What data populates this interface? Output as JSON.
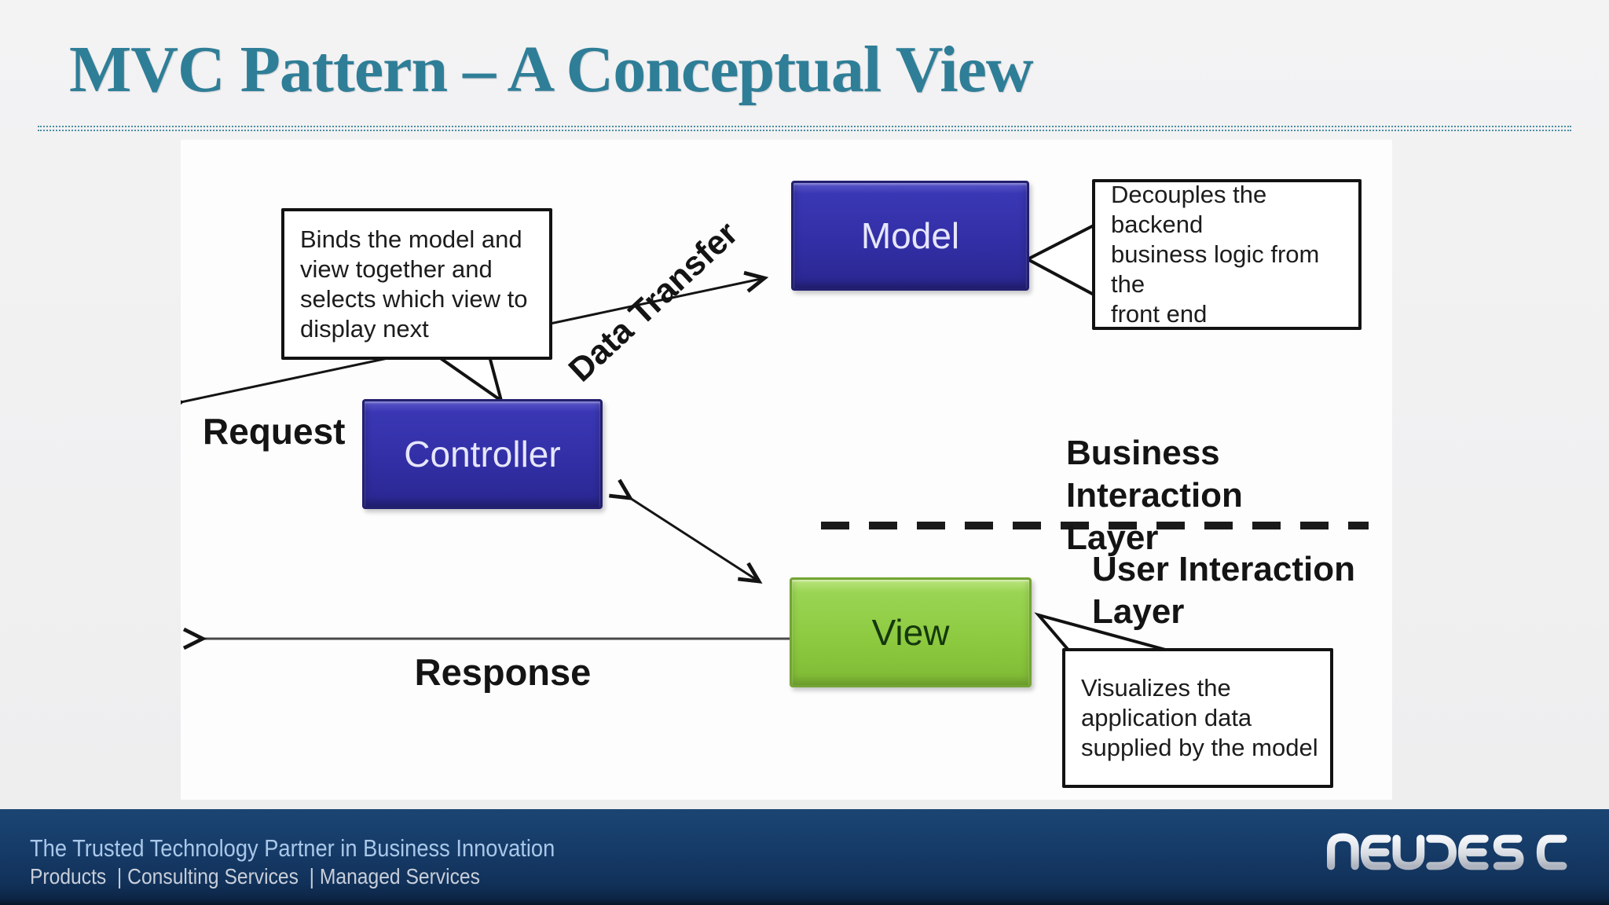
{
  "title": "MVC Pattern – A Conceptual View",
  "diagram": {
    "boxes": [
      {
        "id": "model",
        "label": "Model"
      },
      {
        "id": "controller",
        "label": "Controller"
      },
      {
        "id": "view",
        "label": "View"
      }
    ],
    "callouts": [
      {
        "id": "controller-note",
        "text": "Binds the model and\nview together and\nselects which view to\ndisplay next"
      },
      {
        "id": "model-note",
        "text": "Decouples the backend\nbusiness logic from the\nfront end"
      },
      {
        "id": "view-note",
        "text": "Visualizes the\napplication data\nsupplied by the model"
      }
    ],
    "labels": {
      "data_transfer": "Data Transfer",
      "request": "Request",
      "response": "Response",
      "business_layer": "Business Interaction\nLayer",
      "user_layer": "User Interaction\nLayer"
    }
  },
  "footer": {
    "tagline": "The Trusted Technology Partner in Business Innovation",
    "services": "Products  | Consulting Services  | Managed Services",
    "logo_text": "neudesic"
  },
  "colors": {
    "title_teal": "#2f7e97",
    "box_indigo": "#322fa6",
    "box_green": "#8cc93f",
    "footer_navy": "#143a66"
  }
}
